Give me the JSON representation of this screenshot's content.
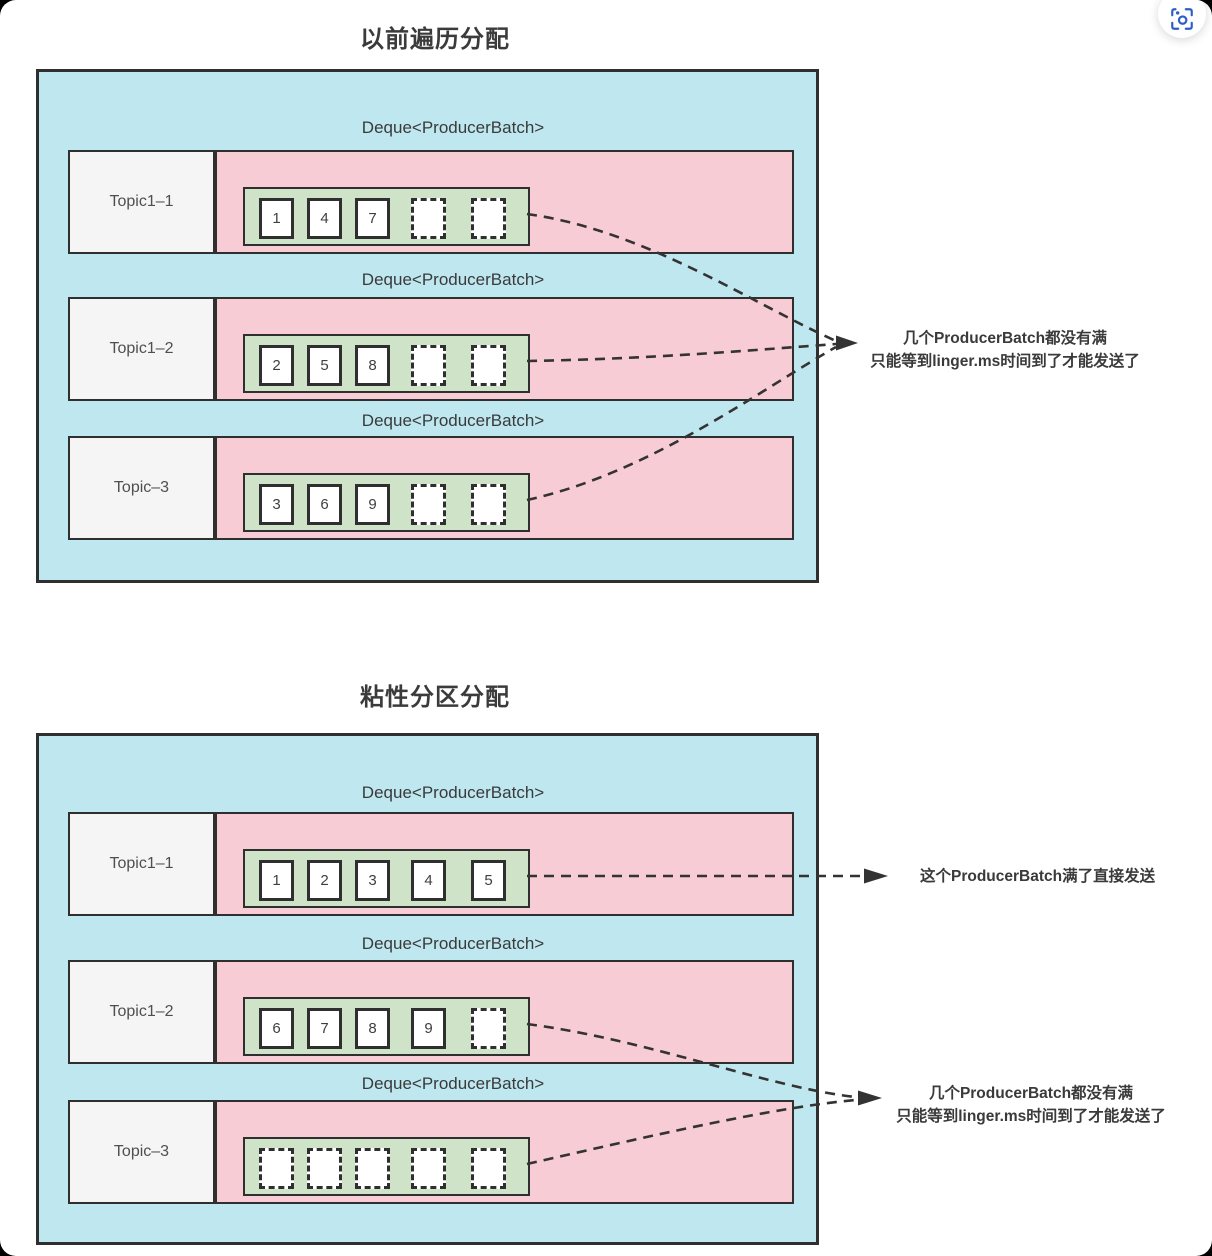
{
  "window": {
    "background": "#ffffff",
    "corner_backdrop": "#000000"
  },
  "floating_button": {
    "icon": "screenshot-scan-icon",
    "icon_color": "#2c5fc5"
  },
  "colors": {
    "container_bg": "#bee7f0",
    "deque_bg": "#f8ccd5",
    "batch_bg": "#cfe3c9",
    "topic_bg": "#f5f5f5",
    "border": "#2f2f2f",
    "arrow": "#333333"
  },
  "groups": [
    {
      "title": "以前遍历分配",
      "rows": [
        {
          "deque_label": "Deque<ProducerBatch>",
          "topic": "Topic1–1",
          "slots": [
            {
              "state": "filled",
              "value": "1"
            },
            {
              "state": "filled",
              "value": "4"
            },
            {
              "state": "filled",
              "value": "7"
            },
            {
              "state": "empty",
              "value": ""
            },
            {
              "state": "empty",
              "value": ""
            }
          ]
        },
        {
          "deque_label": "Deque<ProducerBatch>",
          "topic": "Topic1–2",
          "slots": [
            {
              "state": "filled",
              "value": "2"
            },
            {
              "state": "filled",
              "value": "5"
            },
            {
              "state": "filled",
              "value": "8"
            },
            {
              "state": "empty",
              "value": ""
            },
            {
              "state": "empty",
              "value": ""
            }
          ]
        },
        {
          "deque_label": "Deque<ProducerBatch>",
          "topic": "Topic–3",
          "slots": [
            {
              "state": "filled",
              "value": "3"
            },
            {
              "state": "filled",
              "value": "6"
            },
            {
              "state": "filled",
              "value": "9"
            },
            {
              "state": "empty",
              "value": ""
            },
            {
              "state": "empty",
              "value": ""
            }
          ]
        }
      ],
      "annotations": [
        {
          "lines": [
            "几个ProducerBatch都没有满",
            "只能等到linger.ms时间到了才能发送了"
          ]
        }
      ]
    },
    {
      "title": "粘性分区分配",
      "rows": [
        {
          "deque_label": "Deque<ProducerBatch>",
          "topic": "Topic1–1",
          "slots": [
            {
              "state": "filled",
              "value": "1"
            },
            {
              "state": "filled",
              "value": "2"
            },
            {
              "state": "filled",
              "value": "3"
            },
            {
              "state": "filled",
              "value": "4"
            },
            {
              "state": "filled",
              "value": "5"
            }
          ]
        },
        {
          "deque_label": "Deque<ProducerBatch>",
          "topic": "Topic1–2",
          "slots": [
            {
              "state": "filled",
              "value": "6"
            },
            {
              "state": "filled",
              "value": "7"
            },
            {
              "state": "filled",
              "value": "8"
            },
            {
              "state": "filled",
              "value": "9"
            },
            {
              "state": "empty",
              "value": ""
            }
          ]
        },
        {
          "deque_label": "Deque<ProducerBatch>",
          "topic": "Topic–3",
          "slots": [
            {
              "state": "empty",
              "value": ""
            },
            {
              "state": "empty",
              "value": ""
            },
            {
              "state": "empty",
              "value": ""
            },
            {
              "state": "empty",
              "value": ""
            },
            {
              "state": "empty",
              "value": ""
            }
          ]
        }
      ],
      "annotations": [
        {
          "lines": [
            "这个ProducerBatch满了直接发送"
          ]
        },
        {
          "lines": [
            "几个ProducerBatch都没有满",
            "只能等到linger.ms时间到了才能发送了"
          ]
        }
      ]
    }
  ]
}
